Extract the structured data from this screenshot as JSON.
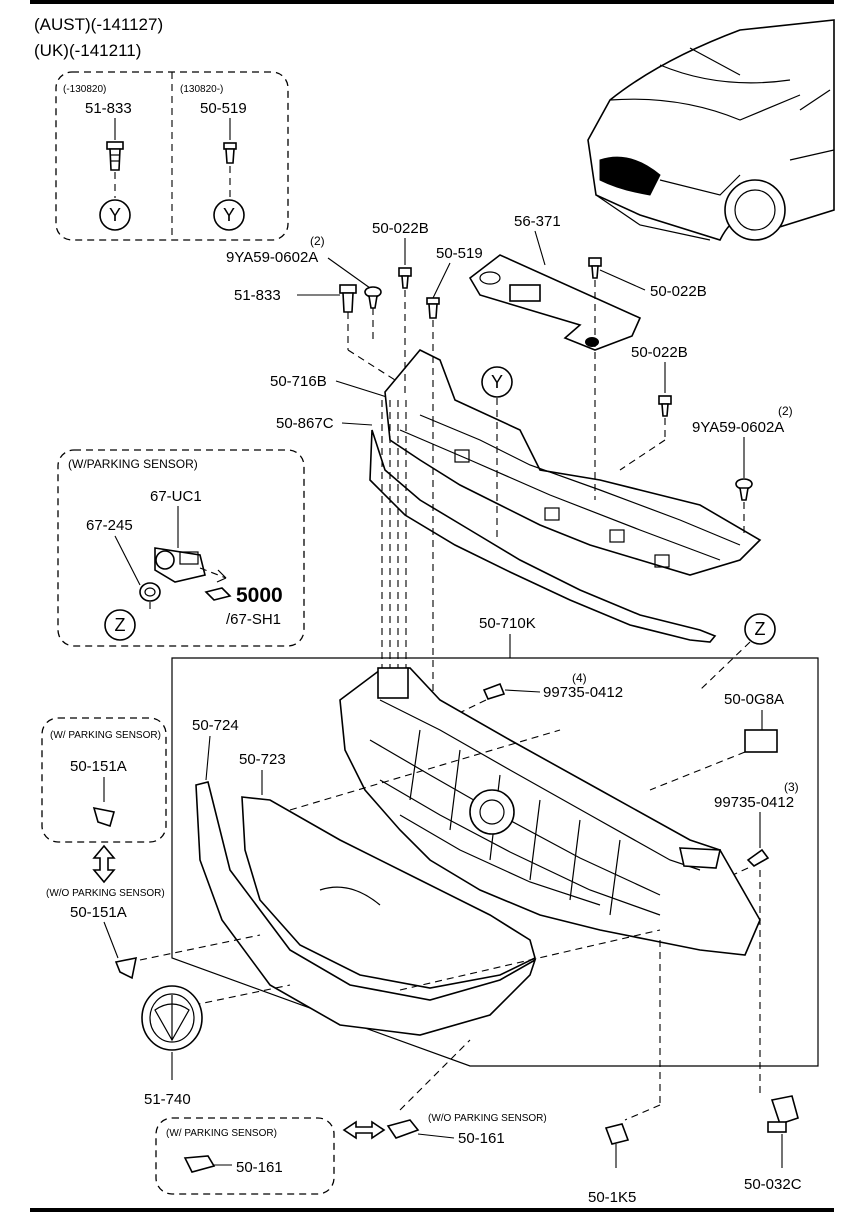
{
  "header": {
    "line1": "(AUST)(-141127)",
    "line2": "(UK)(-141211)"
  },
  "markers": {
    "y": "Y",
    "z": "Z"
  },
  "fastener_box": {
    "left_date": "(-130820)",
    "right_date": "(130820-)",
    "left_part": "51-833",
    "right_part": "50-519"
  },
  "parking_sensor_box": {
    "title": "(W/PARKING SENSOR)",
    "sensor_part": "67-UC1",
    "holder_part": "67-245",
    "ref_page": "5000",
    "ref_sub": "/67-SH1"
  },
  "bracket_box_w": {
    "title": "(W/ PARKING SENSOR)",
    "part": "50-151A"
  },
  "bracket_wo": {
    "title": "(W/O PARKING SENSOR)",
    "part": "50-151A"
  },
  "bottom_box_w": {
    "title": "(W/ PARKING SENSOR)",
    "part": "50-161"
  },
  "bottom_wo": {
    "title": "(W/O PARKING SENSOR)",
    "part": "50-161"
  },
  "parts": {
    "p50_022B_top": "50-022B",
    "p50_519": "50-519",
    "p56_371": "56-371",
    "qty_left": "(2)",
    "p9YA59_left": "9YA59-0602A",
    "p51_833": "51-833",
    "p50_022B_right": "50-022B",
    "p50_022B_mid": "50-022B",
    "qty_right": "(2)",
    "p9YA59_right": "9YA59-0602A",
    "p50_716B": "50-716B",
    "p50_867C": "50-867C",
    "p50_710K": "50-710K",
    "qty_4": "(4)",
    "p99735_a": "99735-0412",
    "p50_0G8A": "50-0G8A",
    "qty_3": "(3)",
    "p99735_b": "99735-0412",
    "p50_724": "50-724",
    "p50_723": "50-723",
    "p51_740": "51-740",
    "p50_1K5": "50-1K5",
    "p50_032C": "50-032C"
  }
}
